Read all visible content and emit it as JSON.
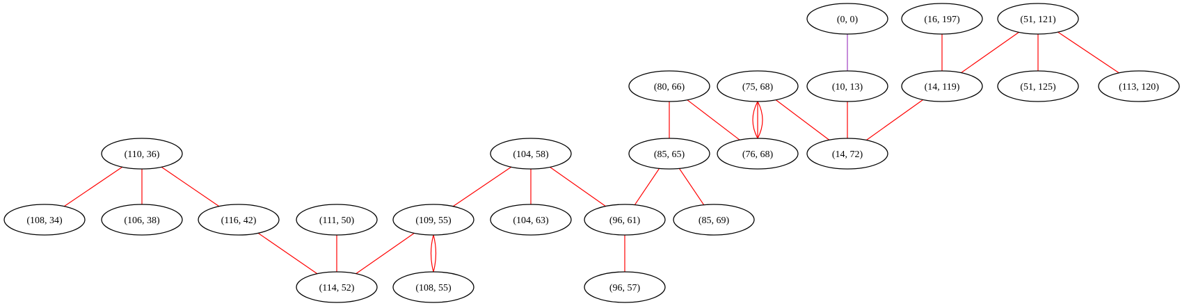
{
  "graph": {
    "nodes": [
      {
        "id": "n0_0",
        "label": "(0, 0)"
      },
      {
        "id": "n16_197",
        "label": "(16, 197)"
      },
      {
        "id": "n51_121",
        "label": "(51, 121)"
      },
      {
        "id": "n80_66",
        "label": "(80, 66)"
      },
      {
        "id": "n75_68",
        "label": "(75, 68)"
      },
      {
        "id": "n10_13",
        "label": "(10, 13)"
      },
      {
        "id": "n14_119",
        "label": "(14, 119)"
      },
      {
        "id": "n51_125",
        "label": "(51, 125)"
      },
      {
        "id": "n113_120",
        "label": "(113, 120)"
      },
      {
        "id": "n110_36",
        "label": "(110, 36)"
      },
      {
        "id": "n104_58",
        "label": "(104, 58)"
      },
      {
        "id": "n85_65",
        "label": "(85, 65)"
      },
      {
        "id": "n76_68",
        "label": "(76, 68)"
      },
      {
        "id": "n14_72",
        "label": "(14, 72)"
      },
      {
        "id": "n108_34",
        "label": "(108, 34)"
      },
      {
        "id": "n106_38",
        "label": "(106, 38)"
      },
      {
        "id": "n116_42",
        "label": "(116, 42)"
      },
      {
        "id": "n111_50",
        "label": "(111, 50)"
      },
      {
        "id": "n109_55",
        "label": "(109, 55)"
      },
      {
        "id": "n104_63",
        "label": "(104, 63)"
      },
      {
        "id": "n96_61",
        "label": "(96, 61)"
      },
      {
        "id": "n85_69",
        "label": "(85, 69)"
      },
      {
        "id": "n114_52",
        "label": "(114, 52)"
      },
      {
        "id": "n108_55",
        "label": "(108, 55)"
      },
      {
        "id": "n96_57",
        "label": "(96, 57)"
      }
    ],
    "edges": [
      {
        "from": "n0_0",
        "to": "n10_13",
        "color": "#a040c0"
      },
      {
        "from": "n16_197",
        "to": "n14_119",
        "color": "#ff0000"
      },
      {
        "from": "n51_121",
        "to": "n14_119",
        "color": "#ff0000"
      },
      {
        "from": "n51_121",
        "to": "n51_125",
        "color": "#ff0000"
      },
      {
        "from": "n51_121",
        "to": "n113_120",
        "color": "#ff0000"
      },
      {
        "from": "n80_66",
        "to": "n85_65",
        "color": "#ff0000"
      },
      {
        "from": "n80_66",
        "to": "n76_68",
        "color": "#ff0000"
      },
      {
        "from": "n75_68",
        "to": "n76_68",
        "color": "#ff0000",
        "multiplicity": 3
      },
      {
        "from": "n75_68",
        "to": "n14_72",
        "color": "#ff0000"
      },
      {
        "from": "n10_13",
        "to": "n14_72",
        "color": "#ff0000"
      },
      {
        "from": "n14_119",
        "to": "n14_72",
        "color": "#ff0000"
      },
      {
        "from": "n110_36",
        "to": "n108_34",
        "color": "#ff0000"
      },
      {
        "from": "n110_36",
        "to": "n106_38",
        "color": "#ff0000"
      },
      {
        "from": "n110_36",
        "to": "n116_42",
        "color": "#ff0000"
      },
      {
        "from": "n104_58",
        "to": "n109_55",
        "color": "#ff0000"
      },
      {
        "from": "n104_58",
        "to": "n104_63",
        "color": "#ff0000"
      },
      {
        "from": "n104_58",
        "to": "n96_61",
        "color": "#ff0000"
      },
      {
        "from": "n85_65",
        "to": "n96_61",
        "color": "#ff0000"
      },
      {
        "from": "n85_65",
        "to": "n85_69",
        "color": "#ff0000"
      },
      {
        "from": "n116_42",
        "to": "n114_52",
        "color": "#ff0000"
      },
      {
        "from": "n111_50",
        "to": "n114_52",
        "color": "#ff0000"
      },
      {
        "from": "n109_55",
        "to": "n114_52",
        "color": "#ff0000"
      },
      {
        "from": "n109_55",
        "to": "n108_55",
        "color": "#ff0000",
        "multiplicity": 2
      },
      {
        "from": "n96_61",
        "to": "n96_57",
        "color": "#ff0000"
      }
    ]
  }
}
